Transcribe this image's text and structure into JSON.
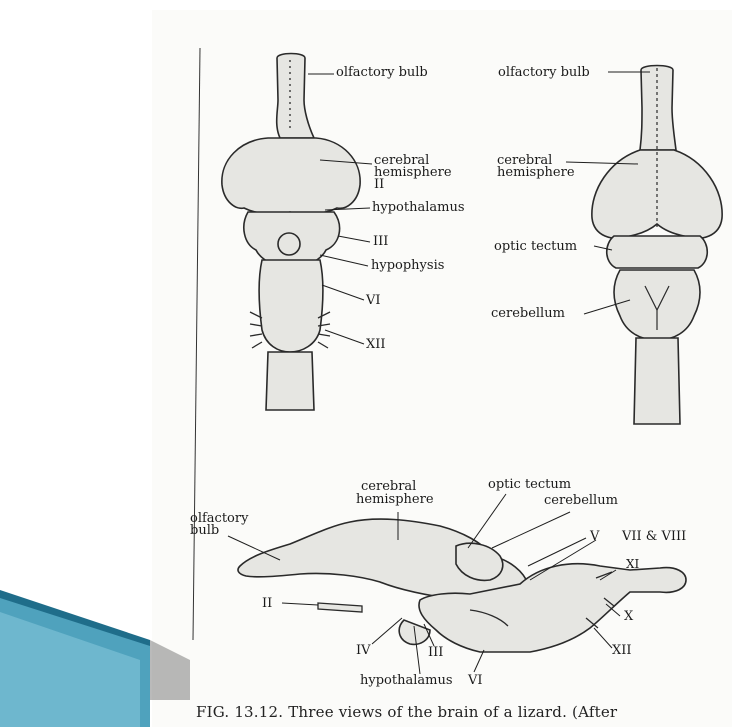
{
  "colors": {
    "slide_background": "#ffffff",
    "page_background": "#fbfbf9",
    "ink": "#1f1f1f",
    "accent_shape_dark": "#1f6d8a",
    "accent_shape_light": "#67b6ce"
  },
  "figure": {
    "ventral_view": {
      "olfactory_bulb": "olfactory bulb",
      "cerebral_hemisphere_1": "cerebral",
      "cerebral_hemisphere_2": "hemisphere",
      "nerve_II": "II",
      "hypothalamus": "hypothalamus",
      "nerve_III": "III",
      "hypophysis": "hypophysis",
      "nerve_VI": "VI",
      "nerve_XII": "XII"
    },
    "dorsal_view": {
      "olfactory_bulb": "olfactory bulb",
      "cerebral_hemisphere_1": "cerebral",
      "cerebral_hemisphere_2": "hemisphere",
      "optic_tectum": "optic tectum",
      "cerebellum": "cerebellum"
    },
    "lateral_view": {
      "cerebral_hemisphere_1": "cerebral",
      "cerebral_hemisphere_2": "hemisphere",
      "optic_tectum": "optic tectum",
      "cerebellum": "cerebellum",
      "olfactory_bulb_1": "olfactory",
      "olfactory_bulb_2": "bulb",
      "nerve_V": "V",
      "nerve_VII_VIII": "VII & VIII",
      "nerve_XI": "XI",
      "nerve_II": "II",
      "nerve_X": "X",
      "nerve_IV": "IV",
      "nerve_III": "III",
      "nerve_XII": "XII",
      "hypothalamus": "hypothalamus",
      "nerve_VI": "VI"
    },
    "caption": "FIG. 13.12.  Three views of the brain of a lizard. (After"
  }
}
